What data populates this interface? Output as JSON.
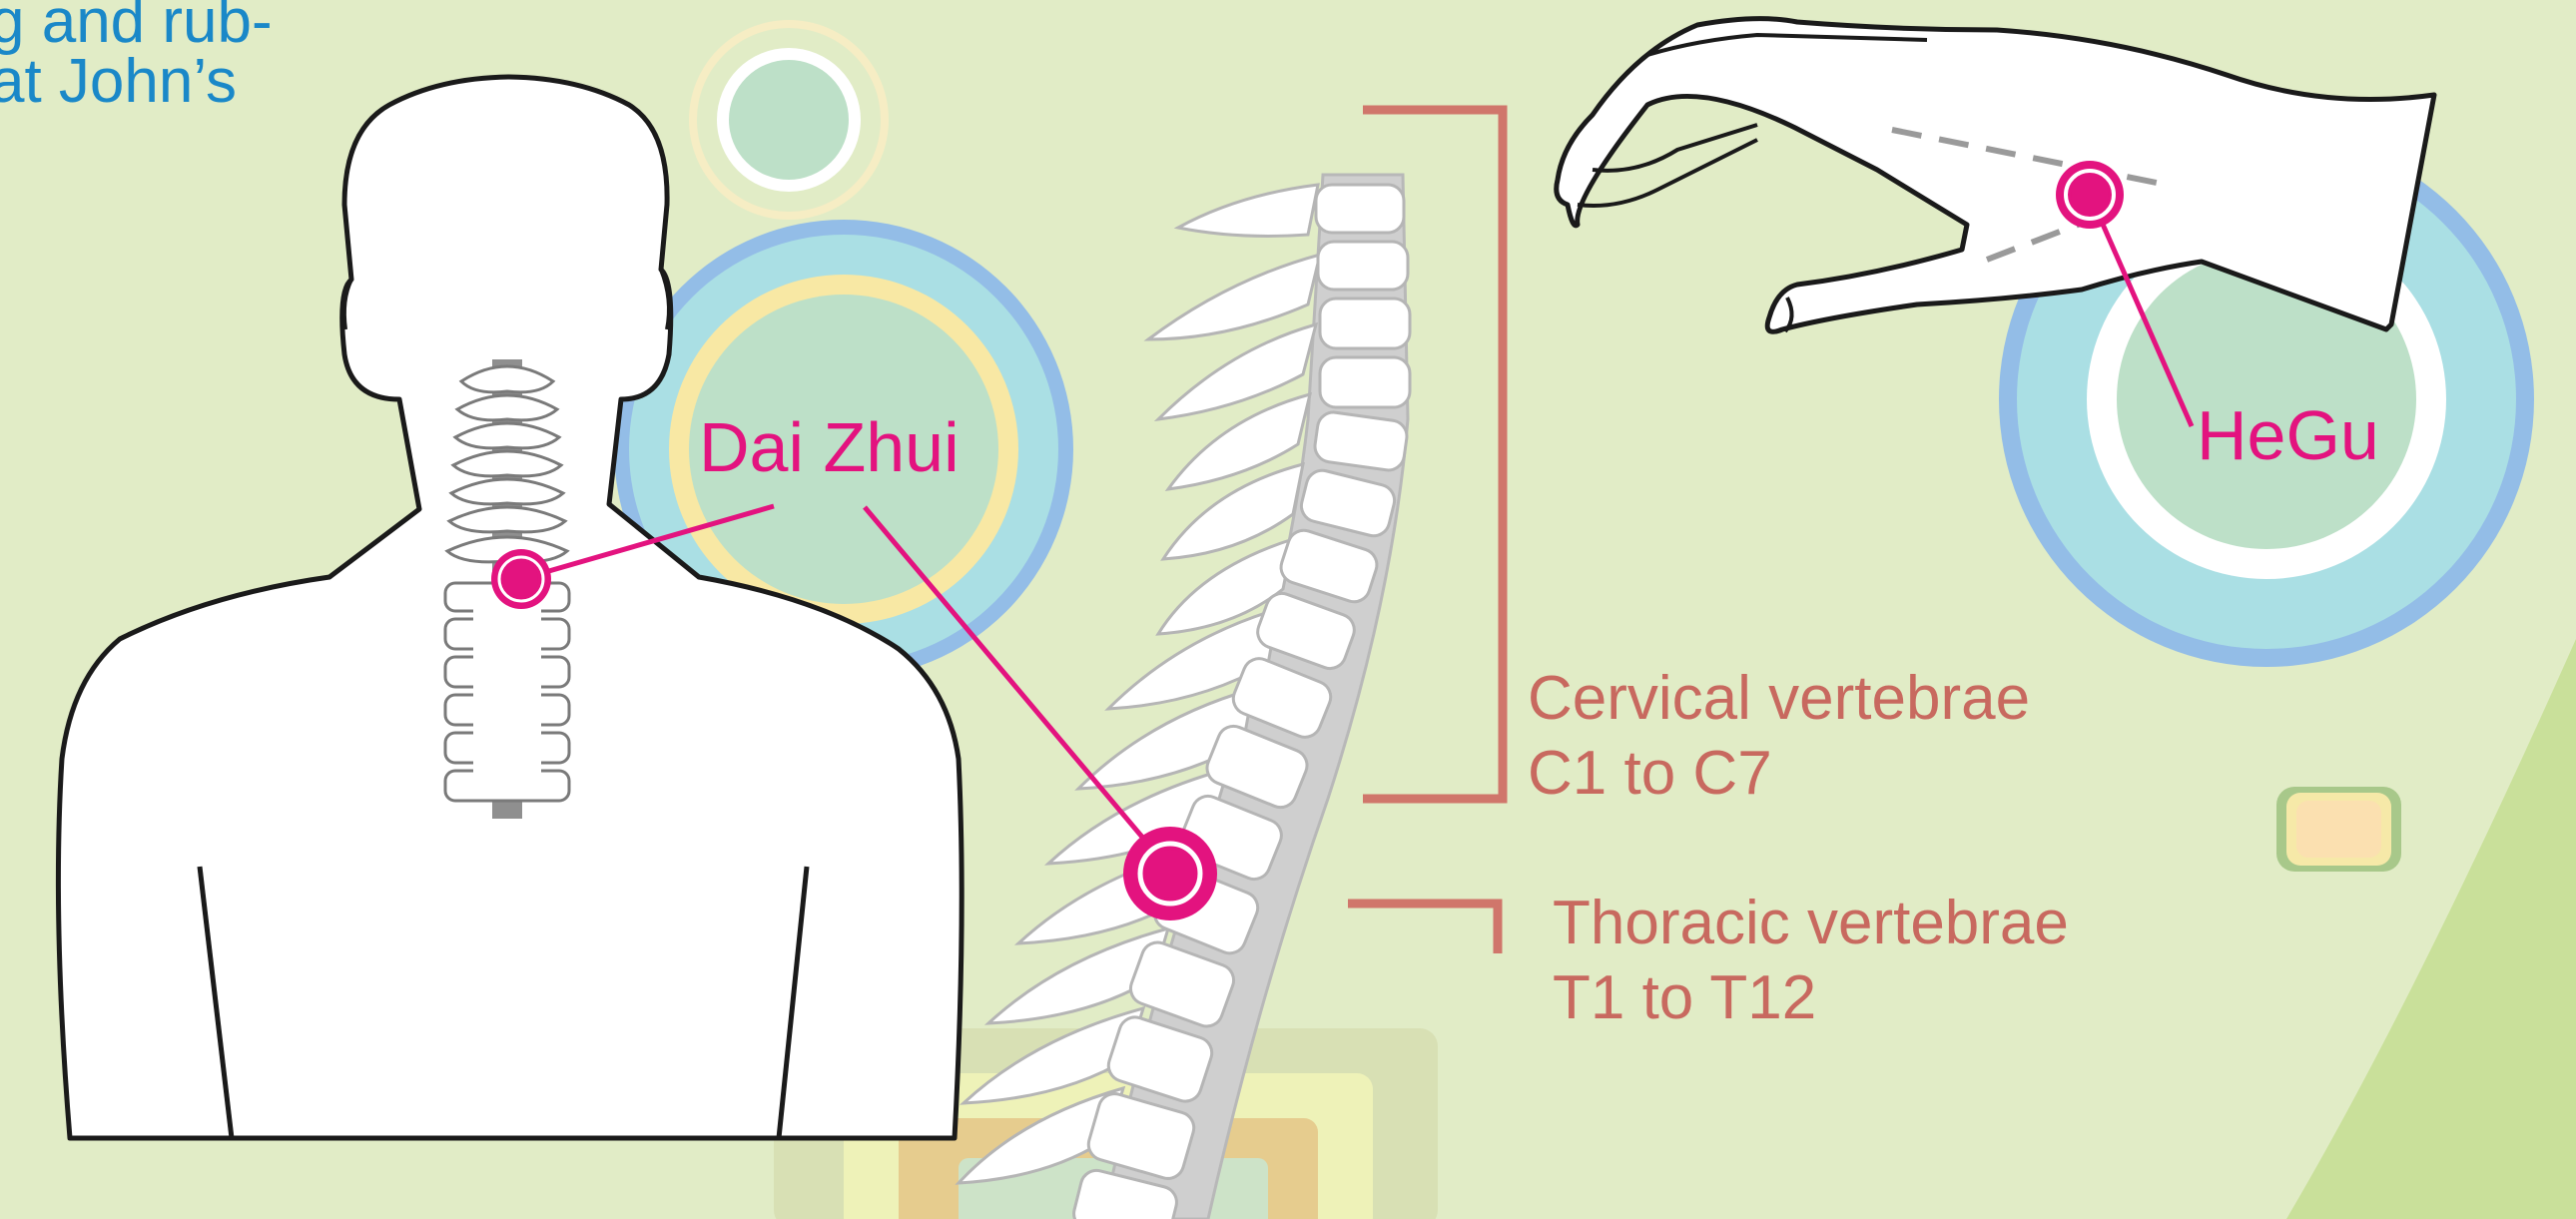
{
  "intro_text": {
    "line1": "g and rub-",
    "line2": "at John’s"
  },
  "acupoints": {
    "dai_zhui": {
      "label": "Dai Zhui"
    },
    "hegu": {
      "label": "HeGu"
    }
  },
  "spine_regions": {
    "cervical": {
      "title": "Cervical vertebrae",
      "range": "C1 to  C7"
    },
    "thoracic": {
      "title": "Thoracic vertebrae",
      "range": "T1 to  T12"
    }
  },
  "colors": {
    "background": "#e1ecc6",
    "acupoint_marker": "#e3137f",
    "bracket": "#d0766b",
    "intro_text": "#1a88c8"
  }
}
